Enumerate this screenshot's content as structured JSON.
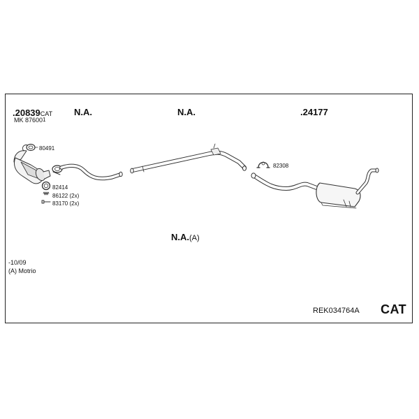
{
  "header": {
    "part1_number": ".20839",
    "part1_suffix": "CAT",
    "part1_sub": "MK 87600",
    "part1_sub_mark": "1",
    "col2": "N.A.",
    "col3": "N.A.",
    "col4": ".24177"
  },
  "labels": {
    "clamp_80491": "80491",
    "gasket_82414": "82414",
    "spring_86122": "86122 (2x)",
    "bolt_83170": "83170 (2x)",
    "clamp_82308": "82308"
  },
  "middle_note": {
    "text": "N.A.",
    "suffix": "(A)"
  },
  "notes": {
    "date": "-10/09",
    "engine": "(A) Motrio"
  },
  "footer": {
    "reference": "REK034764A",
    "badge": "CAT"
  }
}
